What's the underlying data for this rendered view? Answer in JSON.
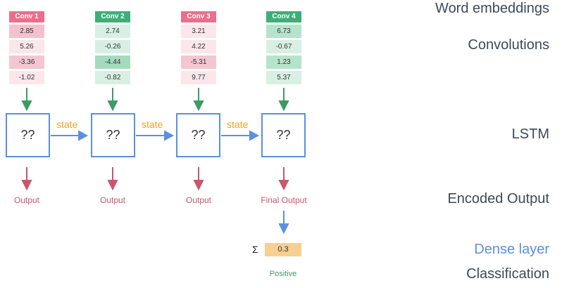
{
  "conv_layers": [
    {
      "label": "Conv 1",
      "values": [
        "2.85",
        "5.26",
        "-3.36",
        "-1.02"
      ],
      "header_color": "#ea6f8c",
      "cell_colors": [
        "#f3c1cd",
        "#fbe6eb",
        "#f4c6d1",
        "#fbe6eb"
      ]
    },
    {
      "label": "Conv 2",
      "values": [
        "2.74",
        "-0.26",
        "-4.44",
        "-0.82"
      ],
      "header_color": "#3fad78",
      "cell_colors": [
        "#d8f0e3",
        "#d8f0e3",
        "#a3dcbd",
        "#d8f0e3"
      ]
    },
    {
      "label": "Conv 3",
      "values": [
        "3.21",
        "4.22",
        "-5.31",
        "9.77"
      ],
      "header_color": "#ea6f8c",
      "cell_colors": [
        "#fbe6eb",
        "#fbe6eb",
        "#f4c6d1",
        "#fbe6eb"
      ]
    },
    {
      "label": "Conv 4",
      "values": [
        "6.73",
        "-0.67",
        "1.23",
        "5.37"
      ],
      "header_color": "#3fad78",
      "cell_colors": [
        "#b6e3cc",
        "#d8f0e3",
        "#b6e3cc",
        "#d8f0e3"
      ]
    }
  ],
  "lstm_cells": [
    "??",
    "??",
    "??",
    "??"
  ],
  "state_label": "state",
  "outputs": [
    "Output",
    "Output",
    "Output",
    "Final Output"
  ],
  "dense": {
    "sigma": "Σ",
    "value": "0.3"
  },
  "classification": "Positive",
  "right_labels": {
    "word_embeddings": "Word embeddings",
    "convolutions": "Convolutions",
    "lstm": "LSTM",
    "encoded_output": "Encoded Output",
    "dense_layer": "Dense layer",
    "classification": "Classification"
  },
  "colors": {
    "conv_arrow": "#3f9a63",
    "output_arrow": "#c9566f",
    "state_arrow": "#5b8fe0",
    "state_text": "#f0a21e",
    "dense_label": "#5b8fe0"
  }
}
